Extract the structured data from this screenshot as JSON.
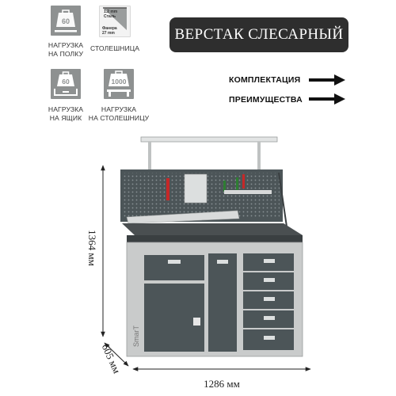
{
  "title": "ВЕРСТАК СЛЕСАРНЫЙ",
  "specs": [
    {
      "icon": "weight-icon",
      "value": "60",
      "label_line1": "НАГРУЗКА",
      "label_line2": "НА ПОЛКУ"
    },
    {
      "icon": "tabletop-section-icon",
      "value_line1": "1.2 mm",
      "value_line2": "Сталь",
      "value_line3": "Фанера",
      "value_line4": "27 mm",
      "label_line1": "СТОЛЕШНИЦА"
    },
    {
      "icon": "drawer-load-icon",
      "value": "60",
      "label_line1": "НАГРУЗКА",
      "label_line2": "НА ЯЩИК"
    },
    {
      "icon": "tabletop-load-icon",
      "value": "1000",
      "label_line1": "НАГРУЗКА",
      "label_line2": "НА СТОЛЕШНИЦУ"
    }
  ],
  "links": [
    {
      "label": "КОМПЛЕКТАЦИЯ"
    },
    {
      "label": "ПРЕИМУЩЕСТВА"
    }
  ],
  "dimensions": {
    "height": "1364 мм",
    "depth": "605 мм",
    "width": "1286 мм"
  },
  "brand": "SmarT",
  "colors": {
    "icon_gray": "#8e9191",
    "title_bg": "#2e2e2e",
    "cabinet_dark": "#4c5558",
    "frame_light": "#c9cbcb",
    "top_dark": "#3a3f41"
  }
}
